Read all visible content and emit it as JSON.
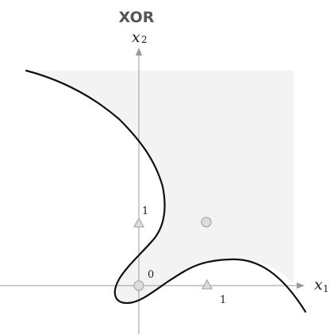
{
  "diagram": {
    "title": "XOR",
    "x_axis": {
      "var": "x",
      "sub": "1"
    },
    "y_axis": {
      "var": "x",
      "sub": "2"
    },
    "origin_label": "0",
    "x_tick": "1",
    "y_tick": "1",
    "points": [
      {
        "shape": "circle",
        "x": 0,
        "y": 0
      },
      {
        "shape": "circle",
        "x": 1,
        "y": 1
      },
      {
        "shape": "triangle",
        "x": 1,
        "y": 0
      },
      {
        "shape": "triangle",
        "x": 0,
        "y": 1
      }
    ],
    "colors": {
      "region": "#f3f3f3",
      "boundary": "#111111",
      "axis": "#999999",
      "marker_fill": "#dddddd",
      "marker_stroke": "#aaaaaa",
      "title": "#555555"
    }
  }
}
